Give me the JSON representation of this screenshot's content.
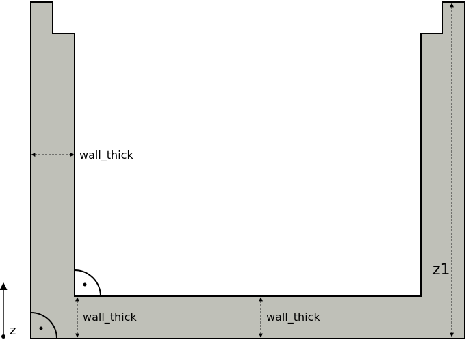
{
  "labels": {
    "wall_thick_left": "wall_thick",
    "wall_thick_bottom_left": "wall_thick",
    "wall_thick_bottom_mid": "wall_thick",
    "z1": "z1",
    "z_axis": "z"
  },
  "colors": {
    "wall_fill": "#bfc0b8",
    "outline": "#000000",
    "background": "#ffffff"
  }
}
